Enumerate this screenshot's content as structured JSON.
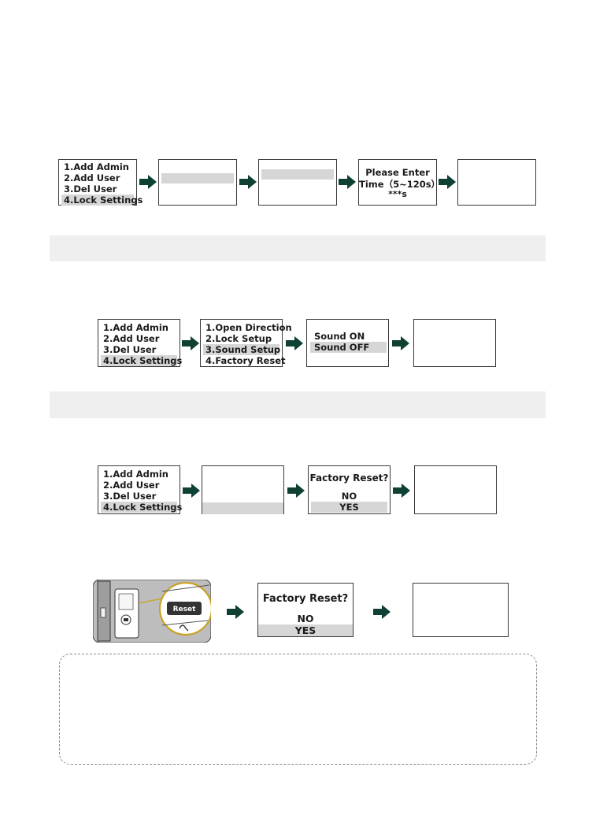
{
  "main_menu": {
    "item1": "1.Add Admin",
    "item2": "2.Add User",
    "item3": "3.Del User",
    "item4": "4.Lock Settings"
  },
  "lock_settings_menu": {
    "item1": "1.Open Direction",
    "item2": "2.Lock Setup",
    "item3": "3.Sound Setup",
    "item4": "4.Factory Reset"
  },
  "time_prompt": {
    "line1": "Please Enter",
    "line2": "Time（5~120s）",
    "line3": "***s"
  },
  "sound_menu": {
    "on": "Sound ON",
    "off": "Sound OFF"
  },
  "factory_reset": {
    "question": "Factory Reset?",
    "no": "NO",
    "yes": "YES"
  },
  "device_image": {
    "button_label": "Reset"
  },
  "colors": {
    "arrow": "#0f4034",
    "highlight": "#d6d6d6",
    "band": "#efefef"
  }
}
